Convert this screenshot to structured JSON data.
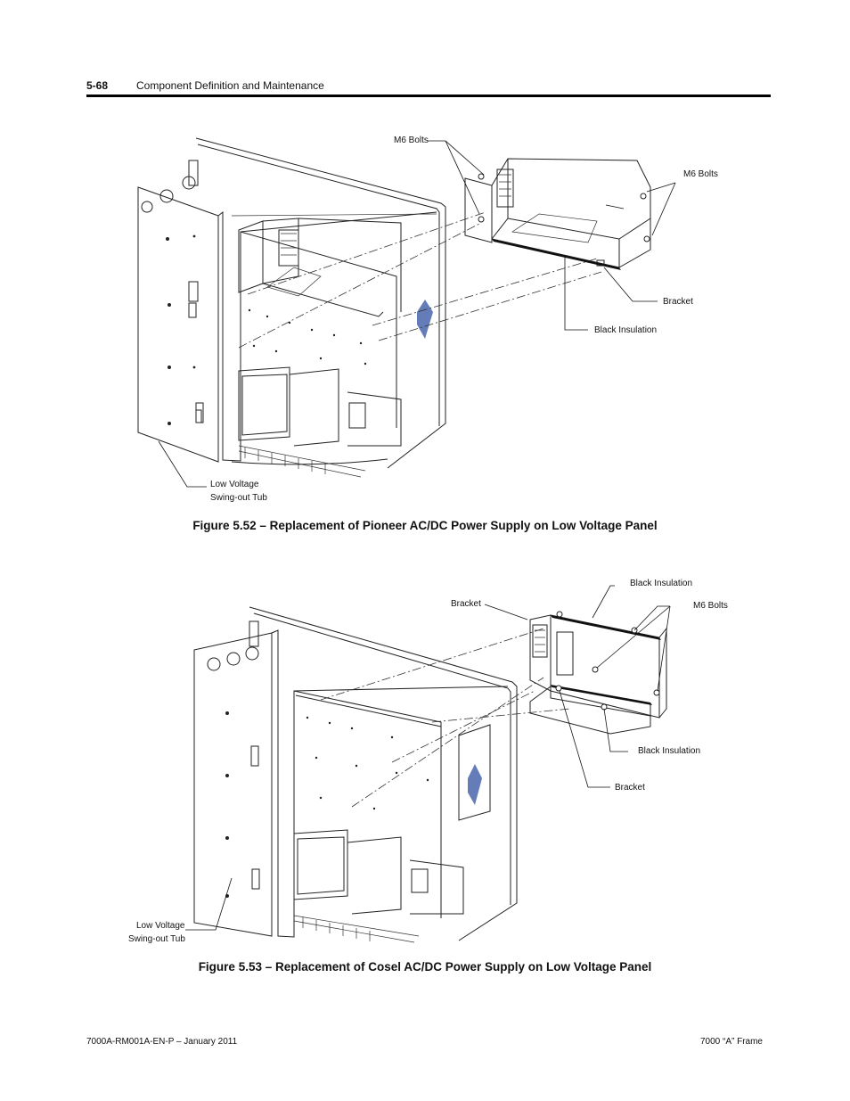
{
  "header": {
    "page_number": "5-68",
    "section_title": "Component Definition and Maintenance"
  },
  "figure_52": {
    "labels": {
      "m6_bolts_left": "M6 Bolts",
      "m6_bolts_right": "M6 Bolts",
      "bracket": "Bracket",
      "black_insulation": "Black Insulation",
      "tub_line1": "Low Voltage",
      "tub_line2": "Swing-out Tub"
    },
    "caption": "Figure 5.52 – Replacement of Pioneer AC/DC Power Supply on Low Voltage Panel"
  },
  "figure_53": {
    "labels": {
      "black_insulation_top": "Black Insulation",
      "bracket_top": "Bracket",
      "m6_bolts": "M6 Bolts",
      "black_insulation_bottom": "Black Insulation",
      "bracket_bottom": "Bracket",
      "tub_line1": "Low Voltage",
      "tub_line2": "Swing-out Tub"
    },
    "caption": "Figure 5.53 – Replacement of Cosel AC/DC Power Supply on Low Voltage Panel"
  },
  "footer": {
    "doc_id": "7000A-RM001A-EN-P –  January 2011",
    "product": "7000 “A” Frame"
  }
}
